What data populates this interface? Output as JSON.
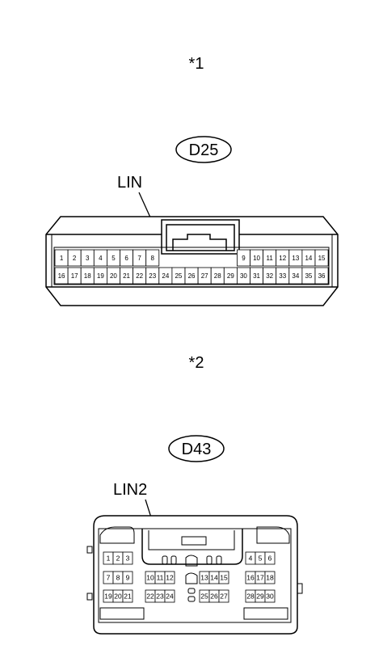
{
  "views": [
    {
      "marker": "*1",
      "connector_code": "D25",
      "signal_label": "LIN",
      "row1_left": [
        "1",
        "2",
        "3",
        "4",
        "5",
        "6",
        "7",
        "8"
      ],
      "row1_right": [
        "9",
        "10",
        "11",
        "12",
        "13",
        "14",
        "15"
      ],
      "row2": [
        "16",
        "17",
        "18",
        "19",
        "20",
        "21",
        "22",
        "23",
        "24",
        "25",
        "26",
        "27",
        "28",
        "29",
        "30",
        "31",
        "32",
        "33",
        "34",
        "35",
        "36"
      ]
    },
    {
      "marker": "*2",
      "connector_code": "D43",
      "signal_label": "LIN2",
      "row1_left": [
        "1",
        "2",
        "3"
      ],
      "row1_right": [
        "4",
        "5",
        "6"
      ],
      "row2_left": [
        "7",
        "8",
        "9"
      ],
      "row2_midleft": [
        "10",
        "11",
        "12"
      ],
      "row2_midright": [
        "13",
        "14",
        "15"
      ],
      "row2_right": [
        "16",
        "17",
        "18"
      ],
      "row3_left": [
        "19",
        "20",
        "21"
      ],
      "row3_midleft": [
        "22",
        "23",
        "24"
      ],
      "row3_midright": [
        "25",
        "26",
        "27"
      ],
      "row3_right": [
        "28",
        "29",
        "30"
      ]
    }
  ]
}
